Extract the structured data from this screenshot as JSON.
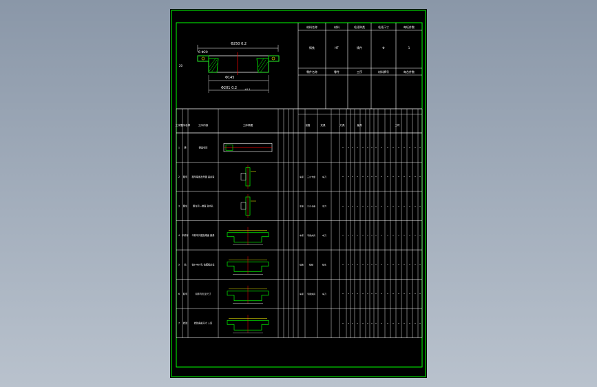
{
  "drawing": {
    "title_block": {
      "top_labels": [
        "材料名称",
        "材料",
        "毛坯种类",
        "毛坯尺寸",
        "每坯件数"
      ],
      "top_values": [
        "铸铁",
        "HT",
        "铸件",
        "Φ",
        "1"
      ],
      "bottom_labels": [
        "零件名称",
        "零件",
        "工序",
        "材料牌号",
        "每台件数"
      ]
    },
    "dims": {
      "top_outer": "Φ250 0.2",
      "left_hole": "6-Φ20",
      "left_height": "20",
      "inner_dia": "Φ145",
      "bottom_dia": "Φ201 0.2",
      "bottom_tol": "+0.1"
    },
    "table": {
      "headers": [
        "工序号",
        "工序名称",
        "工序内容",
        "工序简图",
        "设备",
        "夹具",
        "刀具",
        "量具",
        "工时"
      ],
      "rows": [
        {
          "no": "1",
          "name": "铸",
          "content": "铸造毛坯",
          "equip": "",
          "fixture": "",
          "tool": ""
        },
        {
          "no": "2",
          "name": "粗车",
          "content": "粗车端面及外圆 留余量",
          "equip": "车床",
          "fixture": "三爪卡盘",
          "tool": "车刀"
        },
        {
          "no": "3",
          "name": "粗车",
          "content": "粗车另一端面 及内孔",
          "equip": "车床",
          "fixture": "三爪卡盘",
          "tool": "车刀"
        },
        {
          "no": "4",
          "name": "半精车",
          "content": "半精车外圆及端面 倒角",
          "equip": "车床",
          "fixture": "专用夹具",
          "tool": "车刀"
        },
        {
          "no": "5",
          "name": "钻",
          "content": "钻6-Φ20孔 钻模板定位",
          "equip": "钻床",
          "fixture": "钻模",
          "tool": "钻头"
        },
        {
          "no": "6",
          "name": "精车",
          "content": "精车内孔至尺寸",
          "equip": "车床",
          "fixture": "专用夹具",
          "tool": "车刀"
        },
        {
          "no": "7",
          "name": "检验",
          "content": "检验各部尺寸 入库",
          "equip": "",
          "fixture": "",
          "tool": ""
        }
      ]
    },
    "colors": {
      "background": "#000000",
      "frame": "#00ff00",
      "lines": "#ffffff",
      "part": "#00ff00",
      "center": "#ff0000",
      "highlight": "#ffff00"
    }
  }
}
